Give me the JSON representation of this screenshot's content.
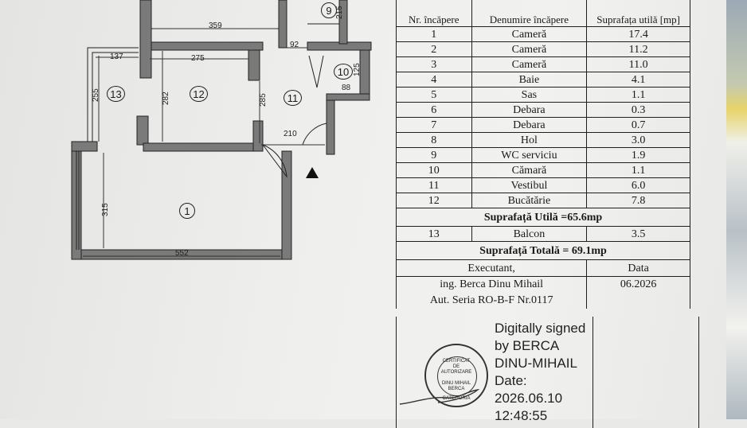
{
  "plan": {
    "dims": [
      "359",
      "275",
      "137",
      "92",
      "215",
      "88",
      "125",
      "255",
      "282",
      "285",
      "210",
      "315",
      "552"
    ],
    "rooms": [
      "9",
      "10",
      "11",
      "12",
      "13",
      "1"
    ]
  },
  "table": {
    "headers": {
      "nr": "Nr. încăpere",
      "name": "Denumire încăpere",
      "area": "Suprafața utilă [mp]"
    },
    "rows": [
      {
        "nr": "1",
        "name": "Cameră",
        "area": "17.4"
      },
      {
        "nr": "2",
        "name": "Cameră",
        "area": "11.2"
      },
      {
        "nr": "3",
        "name": "Cameră",
        "area": "11.0"
      },
      {
        "nr": "4",
        "name": "Baie",
        "area": "4.1"
      },
      {
        "nr": "5",
        "name": "Sas",
        "area": "1.1"
      },
      {
        "nr": "6",
        "name": "Debara",
        "area": "0.3"
      },
      {
        "nr": "7",
        "name": "Debara",
        "area": "0.7"
      },
      {
        "nr": "8",
        "name": "Hol",
        "area": "3.0"
      },
      {
        "nr": "9",
        "name": "WC serviciu",
        "area": "1.9"
      },
      {
        "nr": "10",
        "name": "Cămară",
        "area": "1.1"
      },
      {
        "nr": "11",
        "name": "Vestibul",
        "area": "6.0"
      },
      {
        "nr": "12",
        "name": "Bucătărie",
        "area": "7.8"
      }
    ],
    "useful_total": "Suprafață Utilă =65.6mp",
    "balcony": {
      "nr": "13",
      "name": "Balcon",
      "area": "3.5"
    },
    "grand_total": "Suprafață Totală = 69.1mp",
    "executant_label": "Executant,",
    "data_label": "Data",
    "engineer": "ing. Berca Dinu Mihail",
    "authorization": "Aut. Seria RO-B-F Nr.0117",
    "date": "06.2026"
  },
  "signature": {
    "line1": "Digitally signed",
    "line2": "by BERCA",
    "line3": "DINU-MIHAIL",
    "line4": "Date:",
    "line5": "2026.06.10",
    "line6": "12:48:55"
  },
  "stamp": {
    "line1": "CERTIFICAT",
    "line2": "DE",
    "line3": "AUTORIZARE",
    "line4": "DINU MIHAIL",
    "line5": "BERCA",
    "line6": "CATEGORIA"
  }
}
